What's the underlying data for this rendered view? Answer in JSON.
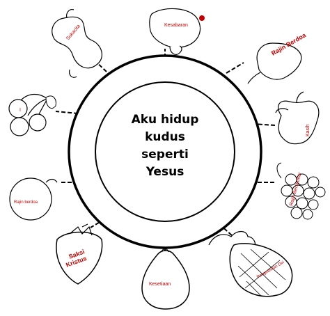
{
  "center": {
    "lines": [
      "Aku hidup",
      "kudus",
      "seperti",
      "Yesus"
    ]
  },
  "fruits": {
    "kesabaran": "Kesabaran",
    "sukacita": "Sukacita",
    "rajin_berdoa": "Rajin Berdoa",
    "kasih": "Kasih",
    "cherry": "I",
    "rajin_berdoa_2": "Rajin berdoa",
    "anggur": "Rajin Bersyukur",
    "saksi_kristus_1": "Saksi",
    "saksi_kristus_2": "Kristus",
    "kesetiaan": "Kesetiaan",
    "nanas": "Penguasaan Diri"
  },
  "colors": {
    "label": "#c00000",
    "outline": "#000000"
  }
}
